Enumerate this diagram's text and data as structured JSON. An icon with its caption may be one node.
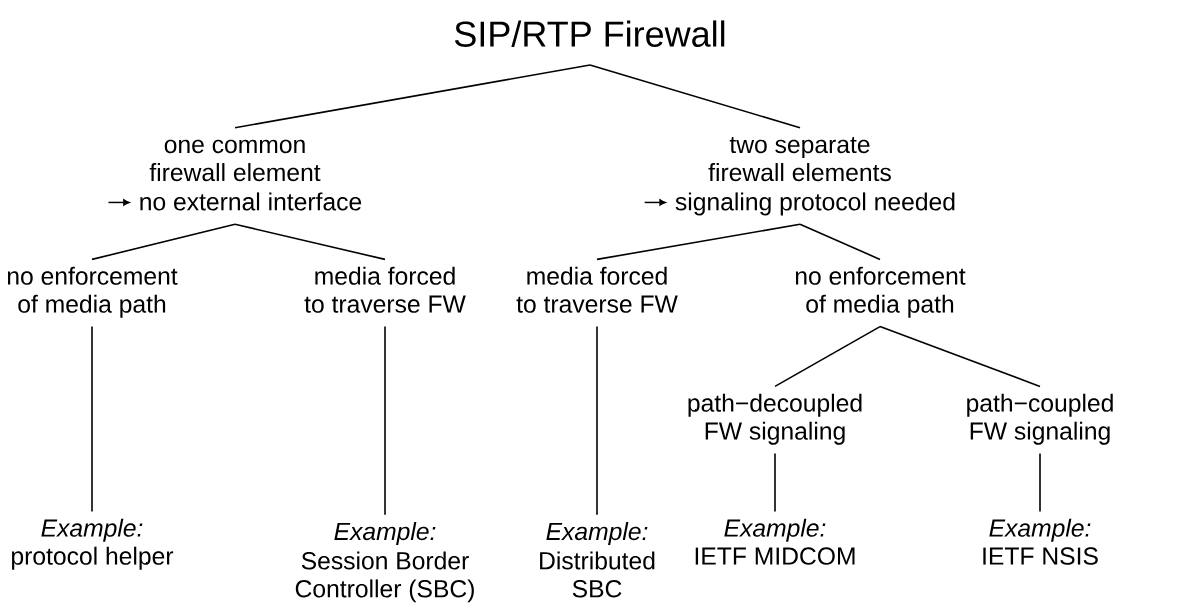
{
  "diagram": {
    "nodes": [
      {
        "text": [
          "SIP/RTP Firewall"
        ]
      },
      {
        "text": [
          "one common firewall element",
          "no external interface"
        ]
      },
      {
        "text": [
          "two separate firewall elements",
          "signaling protocol needed"
        ]
      },
      {
        "text": [
          "no enforcement of media path"
        ]
      },
      {
        "text": [
          "media forced to traverse FW"
        ]
      },
      {
        "text": [
          "media forced to traverse FW"
        ]
      },
      {
        "text": [
          "no enforcement of media path"
        ]
      },
      {
        "text": [
          "path−decoupled FW signaling"
        ]
      },
      {
        "text": [
          "path−coupled FW signaling"
        ]
      },
      {
        "text": [
          "Example:",
          "protocol helper"
        ]
      },
      {
        "text": [
          "Example:",
          "Session Border Controller (SBC)"
        ]
      },
      {
        "text": [
          "Example:",
          "Distributed SBC"
        ]
      },
      {
        "text": [
          "Example:",
          "IETF MIDCOM"
        ]
      },
      {
        "text": [
          "Example:",
          "IETF NSIS"
        ]
      }
    ],
    "edges": [
      {
        "from": 0,
        "to": 1,
        "arrow": "none"
      },
      {
        "from": 0,
        "to": 2,
        "arrow": "none"
      },
      {
        "from": 1,
        "to": 3,
        "arrow": "none"
      },
      {
        "from": 1,
        "to": 4,
        "arrow": "none"
      },
      {
        "from": 2,
        "to": 5,
        "arrow": "none"
      },
      {
        "from": 2,
        "to": 6,
        "arrow": "none"
      },
      {
        "from": 6,
        "to": 7,
        "arrow": "none"
      },
      {
        "from": 6,
        "to": 8,
        "arrow": "none"
      },
      {
        "from": 3,
        "to": 9,
        "arrow": "none"
      },
      {
        "from": 4,
        "to": 10,
        "arrow": "none"
      },
      {
        "from": 5,
        "to": 11,
        "arrow": "none"
      },
      {
        "from": 7,
        "to": 12,
        "arrow": "none"
      },
      {
        "from": 8,
        "to": 13,
        "arrow": "none"
      }
    ]
  }
}
